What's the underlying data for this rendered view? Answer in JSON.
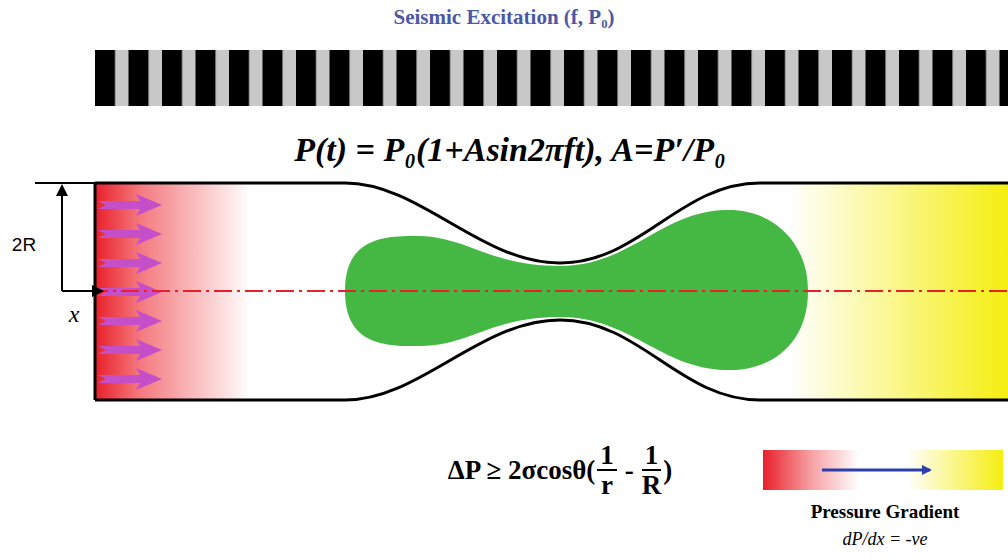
{
  "diagram": {
    "title": "Seismic Excitation (f, P₀)",
    "labels": [
      "P(t) = P₀(1+Asin2πft), A=P′/P₀",
      "2R",
      "x",
      "ΔP ≥ 2σcosθ(",
      "1",
      "r",
      "-",
      "1",
      "R",
      ")",
      "Pressure Gradient",
      "dP/dx = -ve"
    ]
  }
}
